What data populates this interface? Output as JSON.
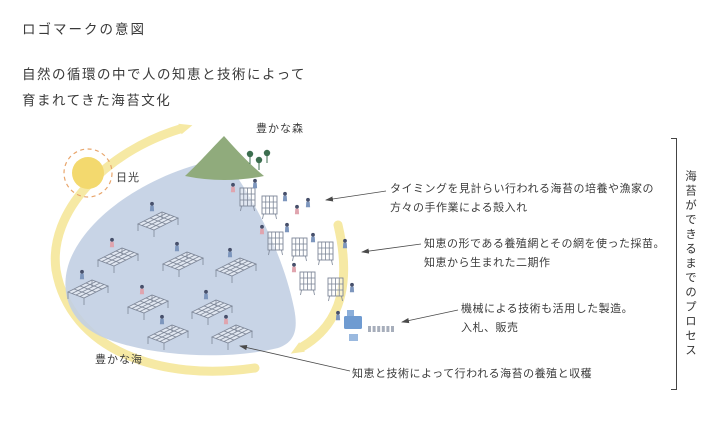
{
  "title": "ロゴマークの意図",
  "subtitle": "自然の循環の中で人の知恵と技術によって\n育まれてきた海苔文化",
  "diagram": {
    "labels": {
      "sun": "日光",
      "forest": "豊かな森",
      "sea": "豊かな海"
    },
    "colors": {
      "sun": "#f3d96e",
      "sun_ring": "#e8a66d",
      "arrow": "#f6e9a4",
      "mountain": "#90ab7c",
      "tree": "#3c6e4f",
      "sea": "#c2cfe3",
      "net": "#7e8798",
      "person_blue": "#7d96bd",
      "person_pink": "#e0a4ae",
      "machine": "#6f9bd1",
      "text": "#3a3a3a"
    }
  },
  "annotations": [
    {
      "text": "タイミングを見計らい行われる海苔の培養や漁家の\n方々の手作業による殻入れ"
    },
    {
      "text": "知恵の形である養殖網とその網を使った採苗。\n知恵から生まれた二期作"
    },
    {
      "text": "機械による技術も活用した製造。\n入札、販売"
    },
    {
      "text": "知恵と技術によって行われる海苔の養殖と収穫"
    }
  ],
  "process_label": "海苔ができるまでのプロセス"
}
